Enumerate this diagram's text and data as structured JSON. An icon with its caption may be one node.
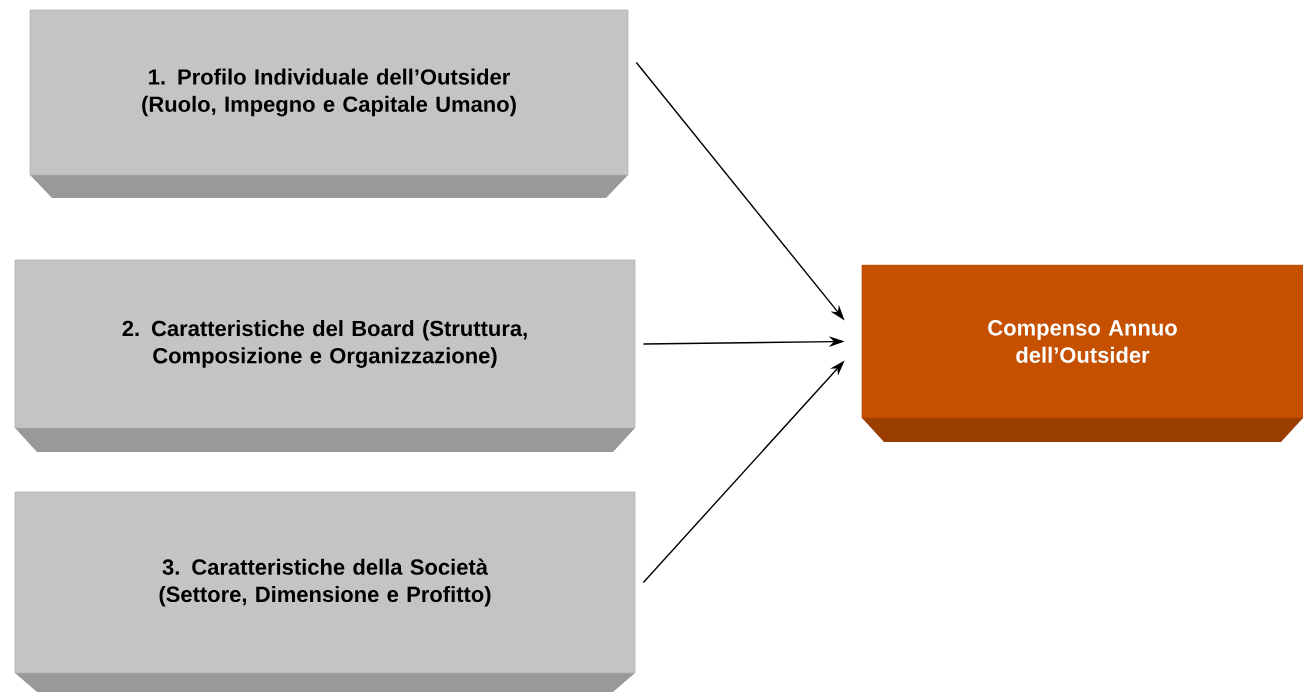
{
  "diagram": {
    "nodes": [
      {
        "text": [
          "1. Profilo Individuale dell’Outsider (Ruolo, Impegno e Capitale Umano)"
        ]
      },
      {
        "text": [
          "2. Caratteristiche del Board (Struttura, Composizione e Organizzazione)"
        ]
      },
      {
        "text": [
          "3. Caratteristiche della Società (Settore, Dimensione e Profitto)"
        ]
      },
      {
        "text": [
          "Compenso Annuo dell’Outsider"
        ]
      }
    ],
    "edges": [
      {
        "from": 0,
        "to": 3,
        "arrow": "to"
      },
      {
        "from": 1,
        "to": 3,
        "arrow": "to"
      },
      {
        "from": 2,
        "to": 3,
        "arrow": "to"
      }
    ]
  }
}
